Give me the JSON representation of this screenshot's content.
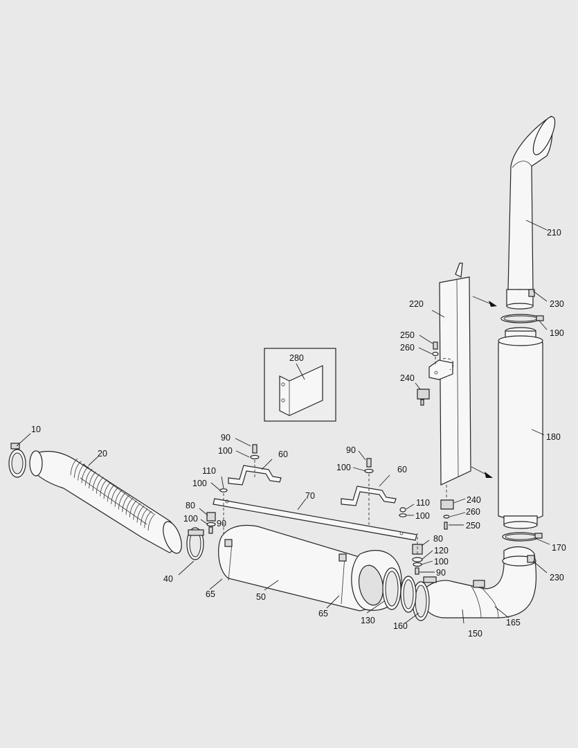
{
  "diagram": {
    "labels": [
      {
        "id": "l-10",
        "text": "10"
      },
      {
        "id": "l-20",
        "text": "20"
      },
      {
        "id": "l-40",
        "text": "40"
      },
      {
        "id": "l-50",
        "text": "50"
      },
      {
        "id": "l-60a",
        "text": "60"
      },
      {
        "id": "l-60b",
        "text": "60"
      },
      {
        "id": "l-65a",
        "text": "65"
      },
      {
        "id": "l-65b",
        "text": "65"
      },
      {
        "id": "l-70",
        "text": "70"
      },
      {
        "id": "l-80a",
        "text": "80"
      },
      {
        "id": "l-80b",
        "text": "80"
      },
      {
        "id": "l-90a",
        "text": "90"
      },
      {
        "id": "l-90b",
        "text": "90"
      },
      {
        "id": "l-90c",
        "text": "90"
      },
      {
        "id": "l-90d",
        "text": "90"
      },
      {
        "id": "l-100a",
        "text": "100"
      },
      {
        "id": "l-100b",
        "text": "100"
      },
      {
        "id": "l-100c",
        "text": "100"
      },
      {
        "id": "l-100d",
        "text": "100"
      },
      {
        "id": "l-100e",
        "text": "100"
      },
      {
        "id": "l-100f",
        "text": "100"
      },
      {
        "id": "l-110a",
        "text": "110"
      },
      {
        "id": "l-110b",
        "text": "110"
      },
      {
        "id": "l-120",
        "text": "120"
      },
      {
        "id": "l-130",
        "text": "130"
      },
      {
        "id": "l-150",
        "text": "150"
      },
      {
        "id": "l-160",
        "text": "160"
      },
      {
        "id": "l-165",
        "text": "165"
      },
      {
        "id": "l-170",
        "text": "170"
      },
      {
        "id": "l-180",
        "text": "180"
      },
      {
        "id": "l-190",
        "text": "190"
      },
      {
        "id": "l-210",
        "text": "210"
      },
      {
        "id": "l-220",
        "text": "220"
      },
      {
        "id": "l-230a",
        "text": "230"
      },
      {
        "id": "l-230b",
        "text": "230"
      },
      {
        "id": "l-240a",
        "text": "240"
      },
      {
        "id": "l-240b",
        "text": "240"
      },
      {
        "id": "l-250a",
        "text": "250"
      },
      {
        "id": "l-250b",
        "text": "250"
      },
      {
        "id": "l-260a",
        "text": "260"
      },
      {
        "id": "l-260b",
        "text": "260"
      },
      {
        "id": "l-280",
        "text": "280"
      }
    ]
  }
}
